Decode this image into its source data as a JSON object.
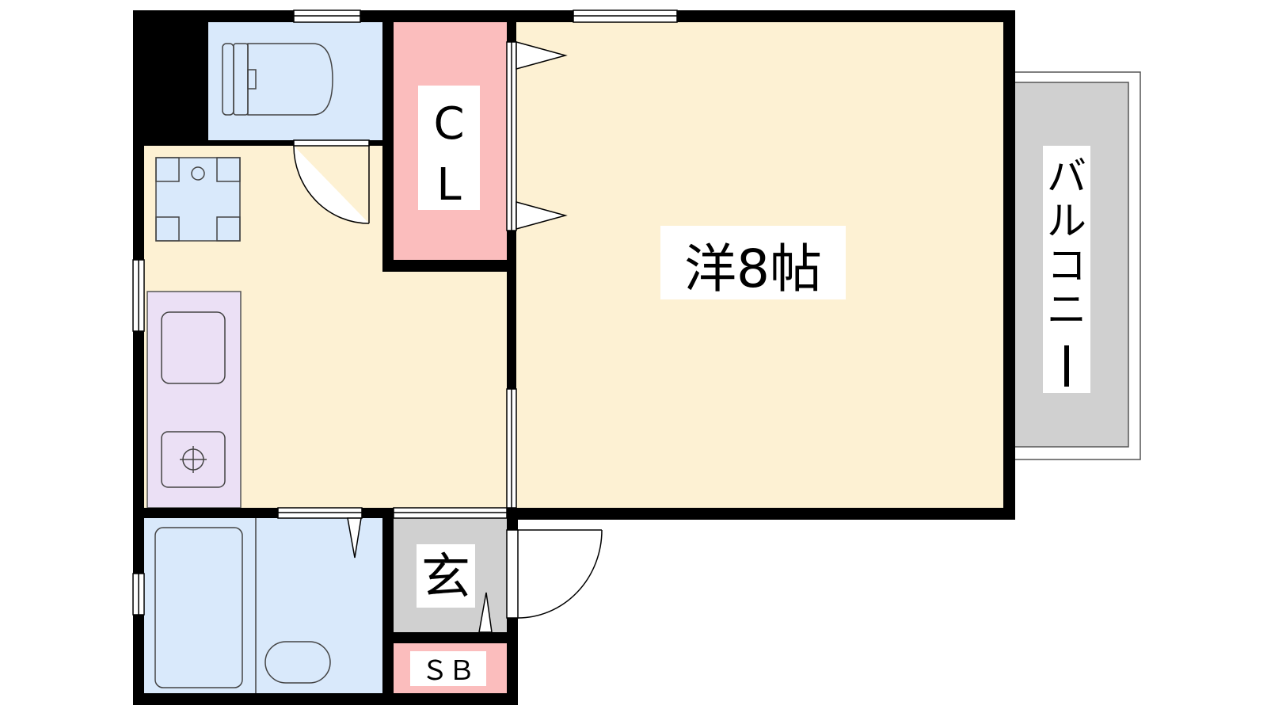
{
  "floor_plan": {
    "rooms": {
      "western_room": "洋8帖",
      "closet": [
        "C",
        "L"
      ],
      "balcony": [
        "バ",
        "ル",
        "コ",
        "ニ",
        "ー"
      ],
      "entrance": "玄",
      "shoe_box": "ＳＢ"
    },
    "colors": {
      "western_room": "#fdf1d3",
      "kitchen": "#fdf1d3",
      "closet": "#fbbdbd",
      "shoe_box": "#fbbdbd",
      "bath_toilet": "#d9e9fb",
      "kitchen_counter": "#ebe0f5",
      "balcony": "#d0d0d0",
      "entrance": "#d0d0d0",
      "wall": "#000000"
    }
  }
}
